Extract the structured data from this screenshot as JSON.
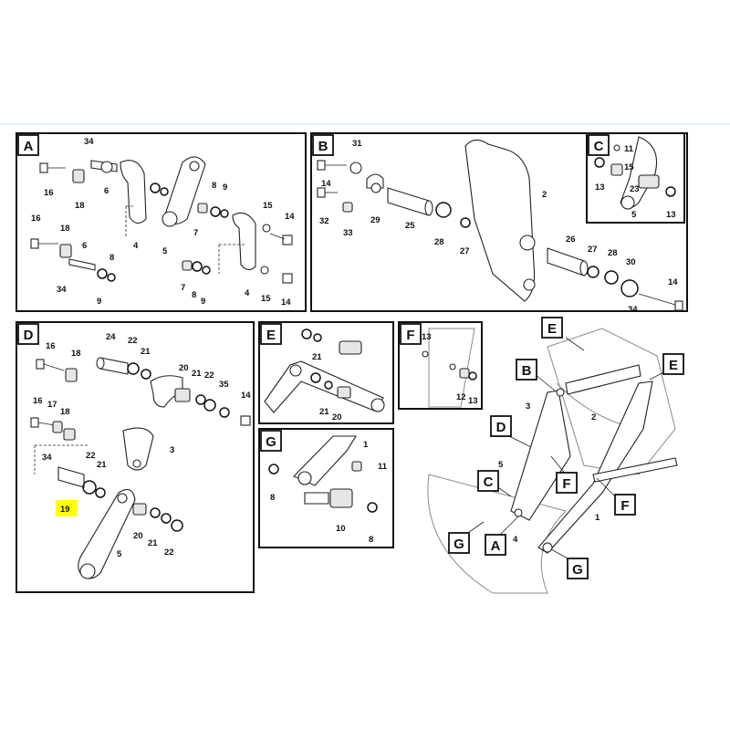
{
  "panels": {
    "A": {
      "letter": "A"
    },
    "B": {
      "letter": "B"
    },
    "C": {
      "letter": "C"
    },
    "D": {
      "letter": "D"
    },
    "E": {
      "letter": "E"
    },
    "F": {
      "letter": "F"
    },
    "G": {
      "letter": "G"
    }
  },
  "callouts": {
    "A": [
      "34",
      "16",
      "18",
      "6",
      "4",
      "5",
      "7",
      "8",
      "9",
      "15",
      "14",
      "16",
      "18",
      "6",
      "8",
      "34",
      "9",
      "7",
      "8",
      "9",
      "4",
      "15",
      "14"
    ],
    "B": [
      "31",
      "14",
      "32",
      "33",
      "29",
      "25",
      "28",
      "27",
      "2",
      "26",
      "27",
      "28",
      "30",
      "14",
      "34"
    ],
    "C": [
      "11",
      "15",
      "23",
      "13",
      "5",
      "13"
    ],
    "D": [
      "16",
      "18",
      "24",
      "22",
      "21",
      "20",
      "21",
      "22",
      "35",
      "14",
      "16",
      "17",
      "18",
      "3",
      "34",
      "22",
      "21",
      "19",
      "5",
      "20",
      "21",
      "22"
    ],
    "E": [
      "21",
      "21",
      "20"
    ],
    "F": [
      "13",
      "12",
      "13"
    ],
    "G": [
      "1",
      "11",
      "8",
      "10",
      "8"
    ],
    "overview": [
      "E",
      "E",
      "B",
      "3",
      "2",
      "D",
      "5",
      "C",
      "F",
      "F",
      "1",
      "G",
      "A",
      "4",
      "G"
    ]
  },
  "highlight": {
    "label": "19",
    "color": "#ffff00"
  }
}
